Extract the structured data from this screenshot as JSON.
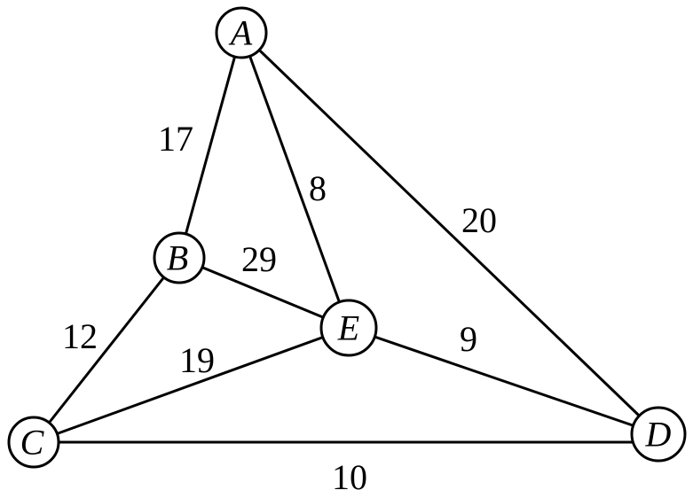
{
  "graph": {
    "nodes": [
      {
        "id": "A",
        "label": "A"
      },
      {
        "id": "B",
        "label": "B"
      },
      {
        "id": "C",
        "label": "C"
      },
      {
        "id": "D",
        "label": "D"
      },
      {
        "id": "E",
        "label": "E"
      }
    ],
    "edges": [
      {
        "from": "A",
        "to": "B",
        "weight": "17"
      },
      {
        "from": "A",
        "to": "E",
        "weight": "8"
      },
      {
        "from": "A",
        "to": "D",
        "weight": "20"
      },
      {
        "from": "B",
        "to": "E",
        "weight": "29"
      },
      {
        "from": "B",
        "to": "C",
        "weight": "12"
      },
      {
        "from": "C",
        "to": "E",
        "weight": "19"
      },
      {
        "from": "E",
        "to": "D",
        "weight": "9"
      },
      {
        "from": "C",
        "to": "D",
        "weight": "10"
      }
    ]
  }
}
